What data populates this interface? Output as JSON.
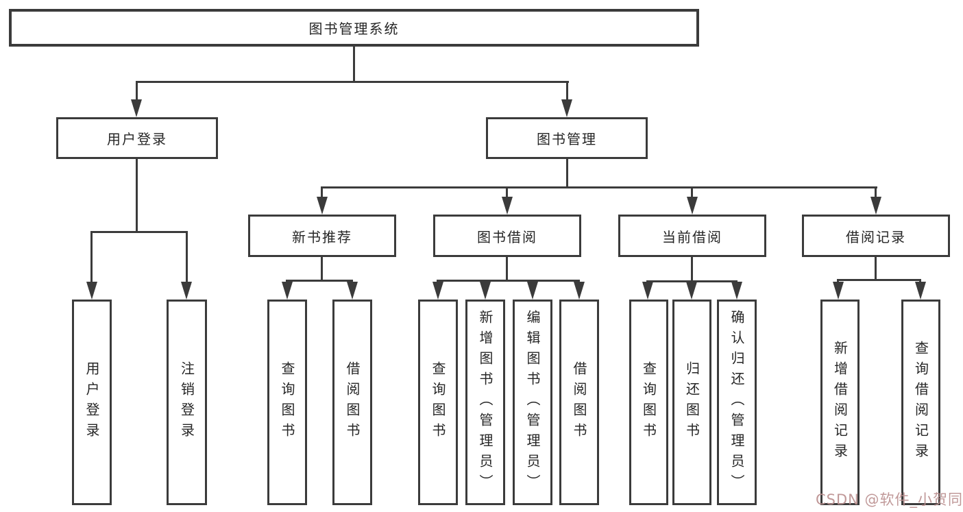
{
  "diagram": {
    "type": "hierarchy-flowchart",
    "colors": {
      "background": "#ffffff",
      "box_border": "#3b3b3b",
      "connector_line": "#3b3b3b",
      "text": "#262626",
      "watermark": "#bb9090"
    }
  },
  "tree": {
    "root": {
      "label": "图书管理系统"
    },
    "branches": [
      {
        "label": "用户登录",
        "children": [
          {
            "label": "用户登录"
          },
          {
            "label": "注销登录"
          }
        ]
      },
      {
        "label": "图书管理",
        "children": [
          {
            "label": "新书推荐",
            "children": [
              {
                "label": "查询图书"
              },
              {
                "label": "借阅图书"
              }
            ]
          },
          {
            "label": "图书借阅",
            "children": [
              {
                "label": "查询图书"
              },
              {
                "label": "新增图书（管理员）"
              },
              {
                "label": "编辑图书（管理员）"
              },
              {
                "label": "借阅图书"
              }
            ]
          },
          {
            "label": "当前借阅",
            "children": [
              {
                "label": "查询图书"
              },
              {
                "label": "归还图书"
              },
              {
                "label": "确认归还（管理员）"
              }
            ]
          },
          {
            "label": "借阅记录",
            "children": [
              {
                "label": "新增借阅记录"
              },
              {
                "label": "查询借阅记录"
              }
            ]
          }
        ]
      }
    ]
  },
  "watermark": {
    "text": "CSDN @软件_小贺同学"
  }
}
